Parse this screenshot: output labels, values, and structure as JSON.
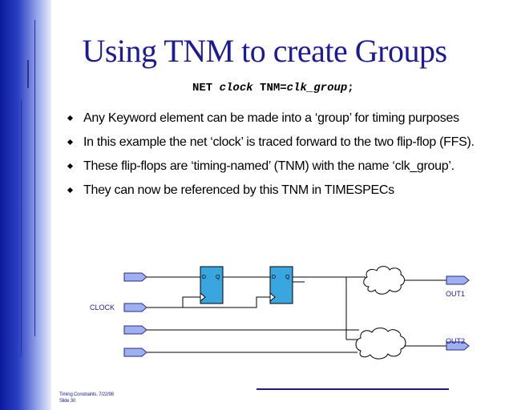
{
  "slide": {
    "title": "Using TNM to create Groups",
    "command": {
      "keyword": "NET",
      "net_name": "clock",
      "tnm_prefix": "TNM=",
      "group_name": "clk_group",
      "terminator": ";"
    },
    "bullets": [
      "Any Keyword element can be made into a ‘group’ for timing purposes",
      "In this example the net ‘clock’ is traced forward to the two flip-flop (FFS).",
      "These flip-flops are ‘timing-named’ (TNM) with the name ‘clk_group’.",
      "They can now be referenced by this TNM in TIMESPECs"
    ]
  },
  "schematic": {
    "clock_label": "CLOCK",
    "out1_label": "OUT1",
    "out2_label": "OUT2",
    "ff_d_label": "D",
    "ff_q_label": "Q",
    "ff_fill": "#3aa6e0",
    "pin_fill": "#9fb0f0",
    "cloud_fill": "#ffffff"
  },
  "footer": {
    "line1": "Timing Constraints, 7/22/98",
    "line2": "Slide 30"
  },
  "colors": {
    "title": "#1b1b9a",
    "sidebar_dark": "#0b1a9c",
    "label_blue": "#1b1b9a"
  }
}
